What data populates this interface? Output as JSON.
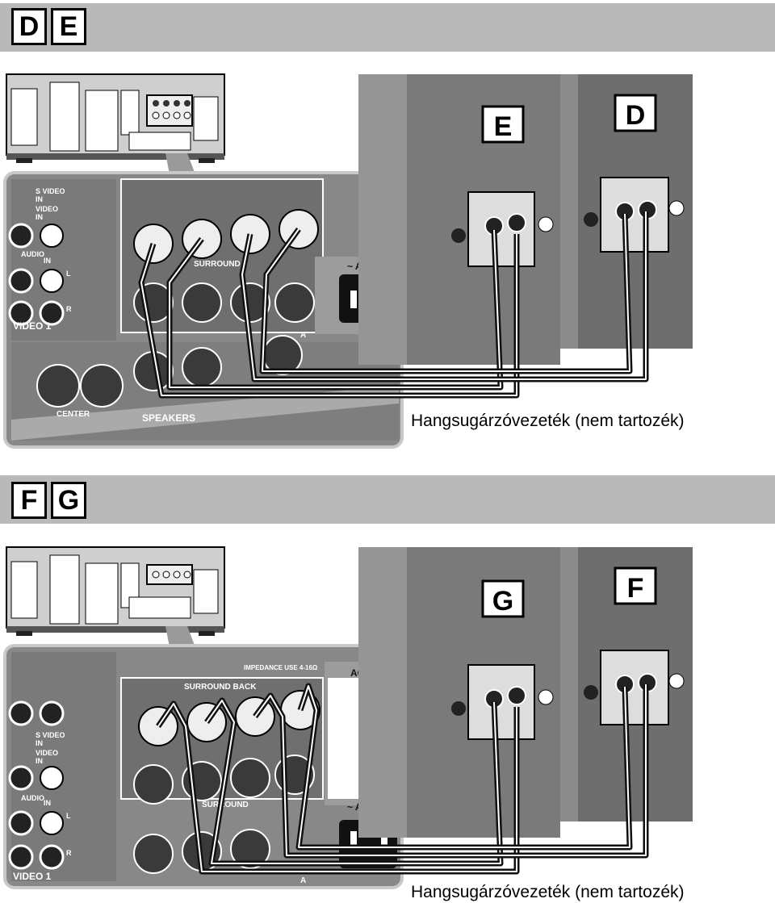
{
  "sections": [
    {
      "tags": [
        "D",
        "E"
      ],
      "speaker_left": "E",
      "speaker_right": "D",
      "caption": "Hangsugárzóvezeték (nem tartozék)",
      "panel_labels": {
        "video1": "VIDEO 1",
        "svideo_in": "S VIDEO\nIN",
        "video_in": "VIDEO\nIN",
        "audio": "AUDIO",
        "in": "IN",
        "l": "L",
        "r": "R",
        "surround": "SURROUND",
        "center": "CENTER",
        "speakers": "SPEAKERS",
        "ac_in": "~ AC IN",
        "a": "A"
      }
    },
    {
      "tags": [
        "F",
        "G"
      ],
      "speaker_left": "G",
      "speaker_right": "F",
      "caption": "Hangsugárzóvezeték (nem tartozék)",
      "panel_labels": {
        "video1": "VIDEO 1",
        "svideo_in": "S VIDEO\nIN",
        "video_in": "VIDEO\nIN",
        "audio": "AUDIO",
        "in": "IN",
        "l": "L",
        "r": "R",
        "surround_back": "SURROUND BACK",
        "impedance": "IMPEDANCE USE 4-16Ω",
        "ac_outlet": "AC OUTLE",
        "ac_in": "~ AC IN",
        "surround": "SURROUND",
        "a": "A"
      }
    }
  ],
  "colors": {
    "band": "#b9b9b9",
    "panel": "#8a8a8a",
    "speaker": "#7a7a7a",
    "cable": "#111111"
  }
}
